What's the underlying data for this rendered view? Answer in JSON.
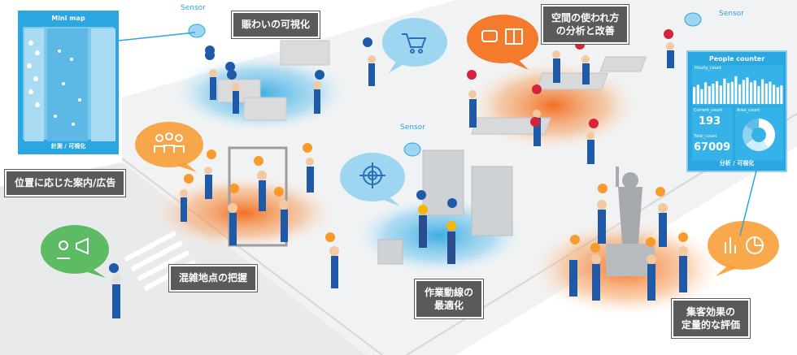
{
  "minimap": {
    "title": "Mini map",
    "footer": "計測 / 可視化"
  },
  "sensors": [
    "Sensor",
    "Sensor",
    "Sensor"
  ],
  "labels": {
    "visualize_busy": "賑わいの可視化",
    "space_usage_line1": "空間の使われ方",
    "space_usage_line2": "の分析と改善",
    "guidance_ads": "位置に応じた案内/広告",
    "congestion": "混雑地点の把握",
    "workflow_line1": "作業動線の",
    "workflow_line2": "最適化",
    "effect_line1": "集客効果の",
    "effect_line2": "定量的な評価"
  },
  "people_counter": {
    "title": "People counter",
    "hourly_label": "Hourly_count",
    "current_label": "Current_count",
    "current_value": "193",
    "total_label": "Total_count",
    "total_value": "67009",
    "area_label": "Area_count",
    "footer": "分析 / 可視化",
    "hourly_values": [
      0.55,
      0.62,
      0.48,
      0.7,
      0.58,
      0.66,
      0.74,
      0.6,
      0.82,
      0.68,
      0.72,
      0.9,
      0.64,
      0.78,
      0.86,
      0.7,
      0.76,
      0.58,
      0.8,
      0.66,
      0.72,
      0.62,
      0.54,
      0.6
    ],
    "area_slices": [
      0.4,
      0.25,
      0.2,
      0.15
    ]
  },
  "colors": {
    "accent_blue": "#2aa6e0",
    "accent_orange": "#f47a2c",
    "accent_green": "#5dbb63",
    "label_bg": "#5a5a5a"
  },
  "icons": [
    "cart-icon",
    "chat-icon",
    "team-icon",
    "target-icon",
    "map-pin-megaphone-icon",
    "chart-icon"
  ]
}
